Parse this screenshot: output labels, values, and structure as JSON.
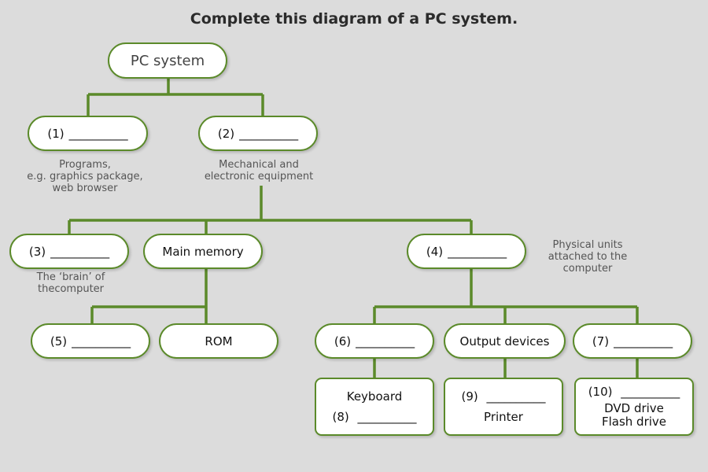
{
  "title": "Complete this diagram of a PC system.",
  "colors": {
    "connector": "#5b8a2a",
    "node_border": "#5b8a2a",
    "background": "#dcdcdc"
  },
  "nodes": {
    "root": "PC system",
    "n1": {
      "num": "(1)",
      "blank": "__________"
    },
    "n2": {
      "num": "(2)",
      "blank": "__________"
    },
    "n3": {
      "num": "(3)",
      "blank": "__________"
    },
    "main_memory": "Main memory",
    "n4": {
      "num": "(4)",
      "blank": "__________"
    },
    "n5": {
      "num": "(5)",
      "blank": "__________"
    },
    "rom": "ROM",
    "n6": {
      "num": "(6)",
      "blank": "__________"
    },
    "output_devices": "Output devices",
    "n7": {
      "num": "(7)",
      "blank": "__________"
    },
    "keyboard_box": {
      "line1": "Keyboard",
      "num": "(8)",
      "blank": "__________"
    },
    "printer_box": {
      "num": "(9)",
      "blank": "__________",
      "line2": "Printer"
    },
    "storage_box": {
      "num": "(10)",
      "blank": "__________",
      "line2": "DVD drive",
      "line3": "Flash drive"
    }
  },
  "notes": {
    "software": [
      "Programs,",
      "e.g. graphics package,",
      "web browser"
    ],
    "hardware": [
      "Mechanical and",
      "electronic equipment"
    ],
    "cpu": [
      "The ‘brain’ of",
      "thecomputer"
    ],
    "peripherals": [
      "Physical units",
      "attached to the",
      "computer"
    ]
  }
}
